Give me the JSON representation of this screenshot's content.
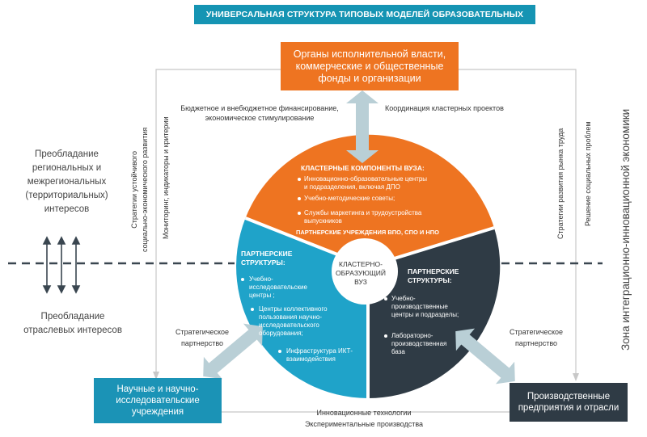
{
  "title": "УНИВЕРСАЛЬНАЯ СТРУКТУРА ТИПОВЫХ МОДЕЛЕЙ ОБРАЗОВАТЕЛЬНЫХ КЛАСТЕРОВ",
  "top_box": [
    "Органы исполнительной власти,",
    "коммерческие и общественные",
    "фонды и организации"
  ],
  "left_box": [
    "Научные и научно-",
    "исследовательские",
    "учреждения"
  ],
  "right_box": [
    "Производственные",
    "предприятия и отрасли"
  ],
  "labels": {
    "funding": [
      "Бюджетное и внебюджетное финансирование,",
      "экономическое стимулирование"
    ],
    "coordination": "Координация кластерных проектов",
    "strategic_left": [
      "Стратегическое",
      "партнерство"
    ],
    "strategic_right": [
      "Стратегическое",
      "партнерство"
    ],
    "innovation": [
      "Инновационные технологии",
      "Экспериментальные производства"
    ]
  },
  "side": {
    "regional": [
      "Преобладание",
      "региональных и",
      "межрегиональных",
      "(территориальных)",
      "интересов"
    ],
    "sectoral": [
      "Преобладание",
      "отраслевых интересов"
    ]
  },
  "vertical": {
    "strategy_left": [
      "Стратегии устойчивого",
      "социально-экономического развития"
    ],
    "monitoring": "Мониторинг, индикаторы и критерии",
    "labor_market": "Стратегии развития рынка труда",
    "social": "Решение социальных проблем",
    "zone": "Зона интеграционно-инновационной экономики"
  },
  "circle": {
    "top": {
      "title": "КЛАСТЕРНЫЕ КОМПОНЕНТЫ ВУЗА:",
      "items": [
        [
          "Инновационно-образовательные центры",
          "и подразделения, включая ДПО"
        ],
        [
          "Учебно-методические советы;"
        ],
        [
          "Службы маркетинга и трудоустройства",
          "выпускников"
        ]
      ],
      "footer": "ПАРТНЕРСКИЕ УЧРЕЖДЕНИЯ ВПО, СПО И НПО"
    },
    "left": {
      "title": [
        "ПАРТНЕРСКИЕ",
        "СТРУКТУРЫ:"
      ],
      "items": [
        [
          "Учебно-",
          "исследовательские",
          "центры ;"
        ],
        [
          "Центры коллективного",
          "пользования научно-",
          "исследовательского",
          "оборудования;"
        ],
        [
          "Инфраструктура ИКТ-",
          "взаимодействия"
        ]
      ]
    },
    "right": {
      "title": [
        "ПАРТНЕРСКИЕ",
        "СТРУКТУРЫ:"
      ],
      "items": [
        [
          "Учебно-",
          "производственные",
          "центры и подразделы;"
        ],
        [
          "Лабораторно-",
          "производственная",
          "база"
        ]
      ]
    },
    "center": [
      "КЛАСТЕРНО-",
      "ОБРАЗУЮЩИЙ",
      "ВУЗ"
    ]
  },
  "colors": {
    "orange": "#ee7421",
    "blue": "#1b93b6",
    "dark": "#2f3b45",
    "arrow": "#b9cfd6"
  }
}
